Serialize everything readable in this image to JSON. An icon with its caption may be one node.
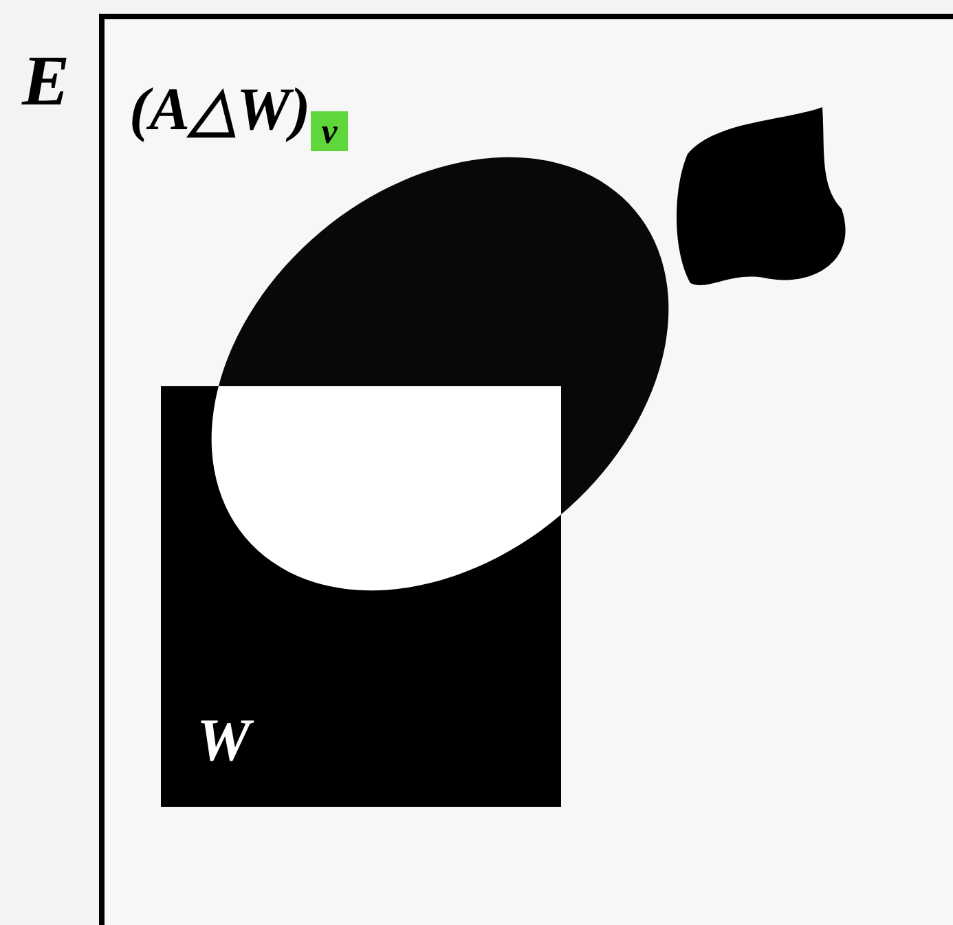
{
  "diagram": {
    "nodes": [
      {
        "text": [
          "E"
        ]
      },
      {
        "text": [
          "W"
        ],
        "in": 0
      },
      {
        "text": [],
        "shape": "ellipse",
        "in": 0
      },
      {
        "text": [],
        "shape": "blob",
        "in": 0
      }
    ],
    "labels": [
      "(A△W)$_{v}$"
    ]
  }
}
